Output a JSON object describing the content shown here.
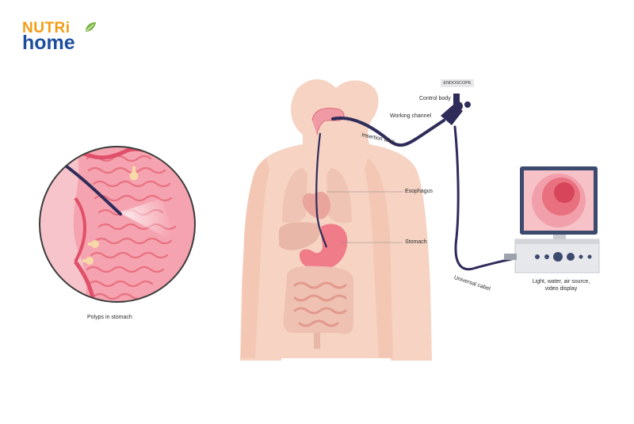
{
  "logo": {
    "line1": "NUTRi",
    "line2": "home"
  },
  "labels": {
    "endoscope": "ENDOSCOPE",
    "control_body": "Control body",
    "working_channel": "Working channel",
    "insertion_tube": "Insertion tube",
    "esophagus": "Esophagus",
    "stomach": "Stomach",
    "universal_cable": "Universal cabel",
    "source_line1": "Light, water, air source,",
    "source_line2": "video display",
    "polyps": "Polyps in stomach"
  },
  "colors": {
    "skin": "#f6d3c2",
    "organ": "#f0bfae",
    "stomach": "#ef7c88",
    "scope": "#2f2c5a",
    "monitor_frame": "#3c4a6e",
    "logo_orange": "#f39c12",
    "logo_blue": "#1d4e9e",
    "logo_leaf": "#7cb342"
  }
}
